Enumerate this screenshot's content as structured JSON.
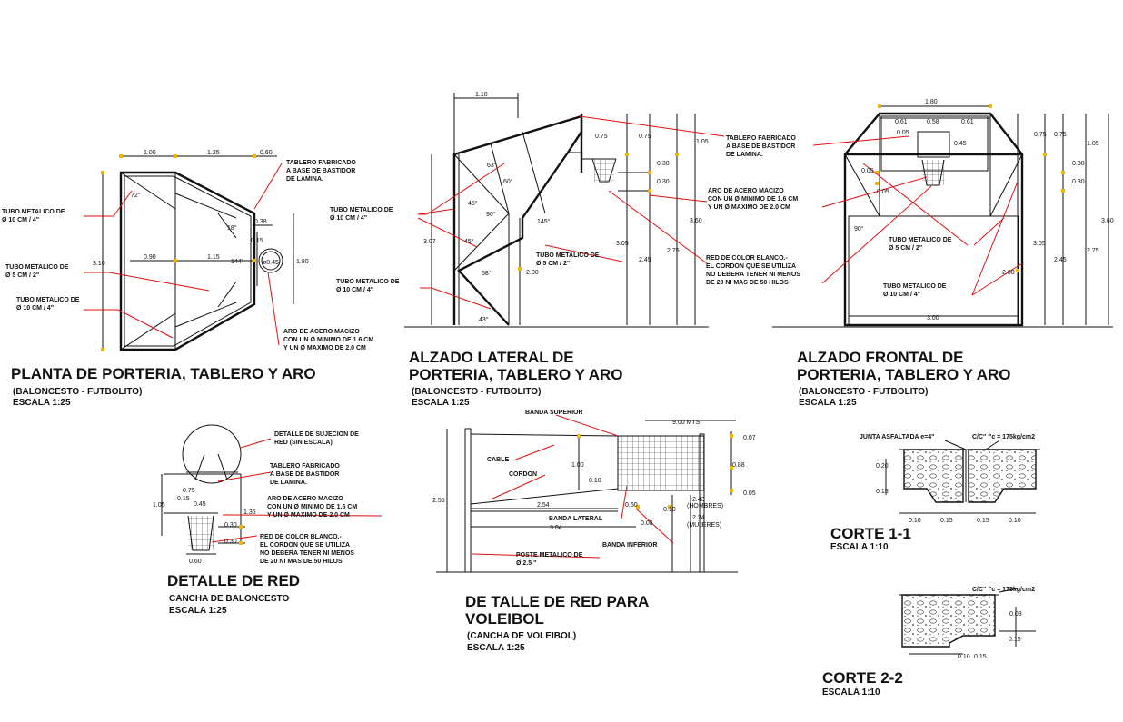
{
  "views": {
    "planta": {
      "title1": "PLANTA DE PORTERIA, TABLERO Y ARO",
      "subtitle": "(BALONCESTO - FUTBOLITO)",
      "scale": "ESCALA 1:25",
      "labels": {
        "tablero1": "TABLERO FABRICADO",
        "tablero2": "A BASE DE BASTIDOR",
        "tablero3": "DE LAMINA.",
        "tubo4a": "TUBO METALICO DE",
        "tubo4b": "Ø 10 CM / 4\"",
        "tubo2a": "TUBO METALICO DE",
        "tubo2b": "Ø 5 CM / 2\"",
        "tubo4c": "TUBO METALICO DE",
        "tubo4d": "Ø 10 CM / 4\"",
        "aro1": "ARO DE ACERO MACIZO",
        "aro2": "CON UN Ø MINIMO DE 1.6 CM",
        "aro3": "Y UN Ø MAXIMO DE 2.0 CM"
      },
      "dims": [
        "1.00",
        "1.25",
        "0.60",
        "3.10",
        "0.90",
        "1.15",
        "1.80",
        "0.38",
        "0.15",
        "ø0.45",
        "72°",
        "18°",
        "144°"
      ]
    },
    "lateral": {
      "title1": "ALZADO LATERAL DE",
      "title2": "PORTERIA, TABLERO Y ARO",
      "subtitle": "(BALONCESTO - FUTBOLITO)",
      "scale": "ESCALA 1:25",
      "labels": {
        "tubo4a": "TUBO METALICO DE",
        "tubo4b": "Ø 10 CM / 4\"",
        "tubo2a": "TUBO METALICO DE",
        "tubo2b": "Ø 5 CM / 2\"",
        "tubo4c": "TUBO METALICO DE",
        "tubo4d": "Ø 10 CM / 4\""
      },
      "dims": [
        "1.10",
        "3.07",
        "2.00",
        "0.75",
        "0.75",
        "1.05",
        "0.30",
        "0.30",
        "3.05",
        "2.45",
        "2.75",
        "3.60",
        "63°",
        "60°",
        "45°",
        "90°",
        "145°",
        "45°",
        "58°",
        "43°"
      ]
    },
    "frontal": {
      "title1": "ALZADO FRONTAL DE",
      "title2": "PORTERIA, TABLERO Y ARO",
      "subtitle": "(BALONCESTO - FUTBOLITO)",
      "scale": "ESCALA 1:25",
      "labels": {
        "tablero1": "TABLERO FABRICADO",
        "tablero2": "A BASE DE BASTIDOR",
        "tablero3": "DE LAMINA.",
        "aro1": "ARO DE ACERO MACIZO",
        "aro2": "CON UN Ø MINIMO DE 1.6 CM",
        "aro3": "Y UN Ø MAXIMO DE 2.0 CM",
        "red1": "RED DE COLOR BLANCO.-",
        "red2": "EL CORDON QUE SE UTILIZA",
        "red3": "NO DEBERA TENER NI MENOS",
        "red4": "DE 20 NI MAS DE 50 HILOS",
        "tubo2a": "TUBO METALICO DE",
        "tubo2b": "Ø 5 CM / 2\"",
        "tubo4a": "TUBO METALICO DE",
        "tubo4b": "Ø 10 CM / 4\""
      },
      "dims": [
        "1.80",
        "0.61",
        "0.58",
        "0.61",
        "0.05",
        "0.45",
        "0.05",
        "0.05",
        "0.75",
        "0.75",
        "1.05",
        "0.30",
        "0.30",
        "3.05",
        "2.45",
        "2.75",
        "3.60",
        "2.00",
        "3.00",
        "90°"
      ]
    },
    "detalle_red": {
      "title": "DETALLE DE RED",
      "subtitle": "CANCHA DE BALONCESTO",
      "scale": "ESCALA 1:25",
      "labels": {
        "suj1": "DETALLE DE SUJECION DE",
        "suj2": "RED (SIN ESCALA)",
        "tablero1": "TABLERO FABRICADO",
        "tablero2": "A BASE DE BASTIDOR",
        "tablero3": "DE LAMINA.",
        "aro1": "ARO DE ACERO MACIZO",
        "aro2": "CON UN Ø MINIMO DE 1.6 CM",
        "aro3": "Y UN Ø MAXIMO DE 2.0 CM",
        "red1": "RED DE COLOR BLANCO.-",
        "red2": "EL CORDON QUE SE UTILIZA",
        "red3": "NO DEBERA TENER NI MENOS",
        "red4": "DE 20 NI MAS DE 50 HILOS"
      },
      "dims": [
        "0.75",
        "0.15",
        "0.45",
        "1.05",
        "1.35",
        "0.30",
        "0.30",
        "0.60"
      ]
    },
    "voleibol": {
      "title1": "DE TALLE DE RED PARA",
      "title2": "VOLEIBOL",
      "subtitle": "(CANCHA DE VOLEIBOL)",
      "scale": "ESCALA 1:25",
      "labels": {
        "banda_sup": "BANDA SUPERIOR",
        "cable": "CABLE",
        "cordon": "CORDON",
        "banda_lat": "BANDA LATERAL",
        "banda_inf": "BANDA INFERIOR",
        "poste1": "POSTE METALICO DE",
        "poste2": "Ø 2.5 \"",
        "hombres": "(HOMBRES)",
        "mujeres": "(MUJERES)"
      },
      "dims": [
        "9.00 MTS",
        "0.07",
        "0.88",
        "0.05",
        "1.00",
        "0.10",
        "2.55",
        "2.54",
        "0.50",
        "3.04",
        "0.08",
        "0.10",
        "2.43",
        "2.24"
      ]
    },
    "corte1": {
      "title": "CORTE 1-1",
      "scale": "ESCALA 1:10",
      "labels": {
        "junta": "JUNTA ASFALTADA e=4\"",
        "concreto": "C/C\" f'c = 175kg/cm2"
      },
      "dims": [
        "0.20",
        "0.15",
        "0.10",
        "0.15",
        "0.15",
        "0.10"
      ]
    },
    "corte2": {
      "title": "CORTE 2-2",
      "scale": "ESCALA 1:10",
      "labels": {
        "concreto": "C/C\" f'c = 175kg/cm2"
      },
      "dims": [
        "0.10",
        "0.15",
        "0.08",
        "0.15"
      ]
    }
  }
}
